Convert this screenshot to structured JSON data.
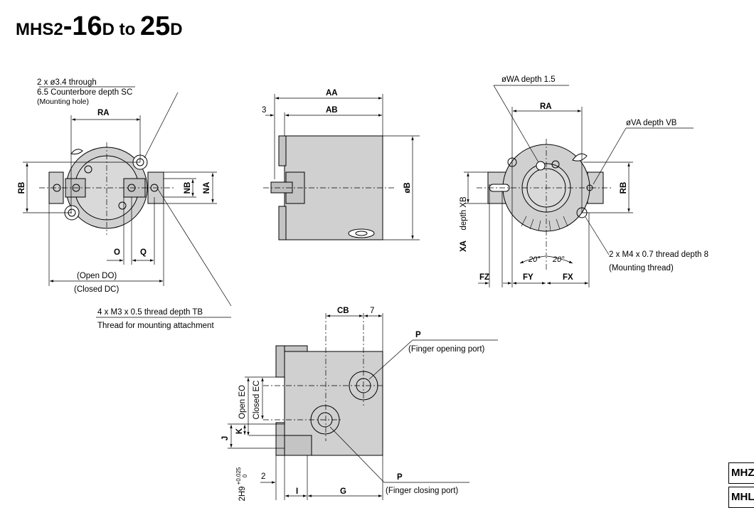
{
  "title": {
    "p1": "MHS2",
    "p2": "-16",
    "p3": "D",
    "p4": " to ",
    "p5": "25",
    "p6": "D"
  },
  "front": {
    "hole_line1": "2 x ø3.4 through",
    "hole_line2a": "6.5 Counterbore depth ",
    "hole_line2b": "SC",
    "hole_line3": "(Mounting hole)",
    "ra": "RA",
    "rb": "RB",
    "nb": "NB",
    "na": "NA",
    "o": "O",
    "q": "Q",
    "open_a": "(Open ",
    "open_b": "DO",
    "open_c": ")",
    "closed_a": "(Closed ",
    "closed_b": "DC",
    "closed_c": ")",
    "thread_a": "4 x M3 x 0.5 thread depth ",
    "thread_b": "TB",
    "thread_note": "Thread for mounting attachment"
  },
  "side": {
    "aa": "AA",
    "ab": "AB",
    "three": "3",
    "ob": "øB"
  },
  "rear": {
    "wa_a": "øWA",
    "wa_b": "  depth 1.5",
    "va_a": "øVA",
    "va_b": "  depth ",
    "va_c": "VB",
    "ra": "RA",
    "rb": "RB",
    "xa": "XA",
    "xb_a": "depth ",
    "xb_b": "XB",
    "fz": "FZ",
    "fy": "FY",
    "fx": "FX",
    "angle1": "20°",
    "angle2": "20°",
    "thread_line1": "2 x M4 x 0.7 thread depth 8",
    "thread_line2": "(Mounting thread)"
  },
  "bottom": {
    "cb": "CB",
    "seven": "7",
    "p1": "P",
    "p1_note": "(Finger opening port)",
    "p2": "P",
    "p2_note": "(Finger closing port)",
    "open_a": "Open ",
    "open_b": "EO",
    "closed_a": "Closed ",
    "closed_b": "EC",
    "j": "J",
    "k": "K",
    "two": "2",
    "i": "I",
    "g": "G",
    "fit": "2H9",
    "tol_top": "+0.025",
    "tol_bot": "0"
  },
  "tabs": [
    "MHZ",
    "MHL"
  ]
}
